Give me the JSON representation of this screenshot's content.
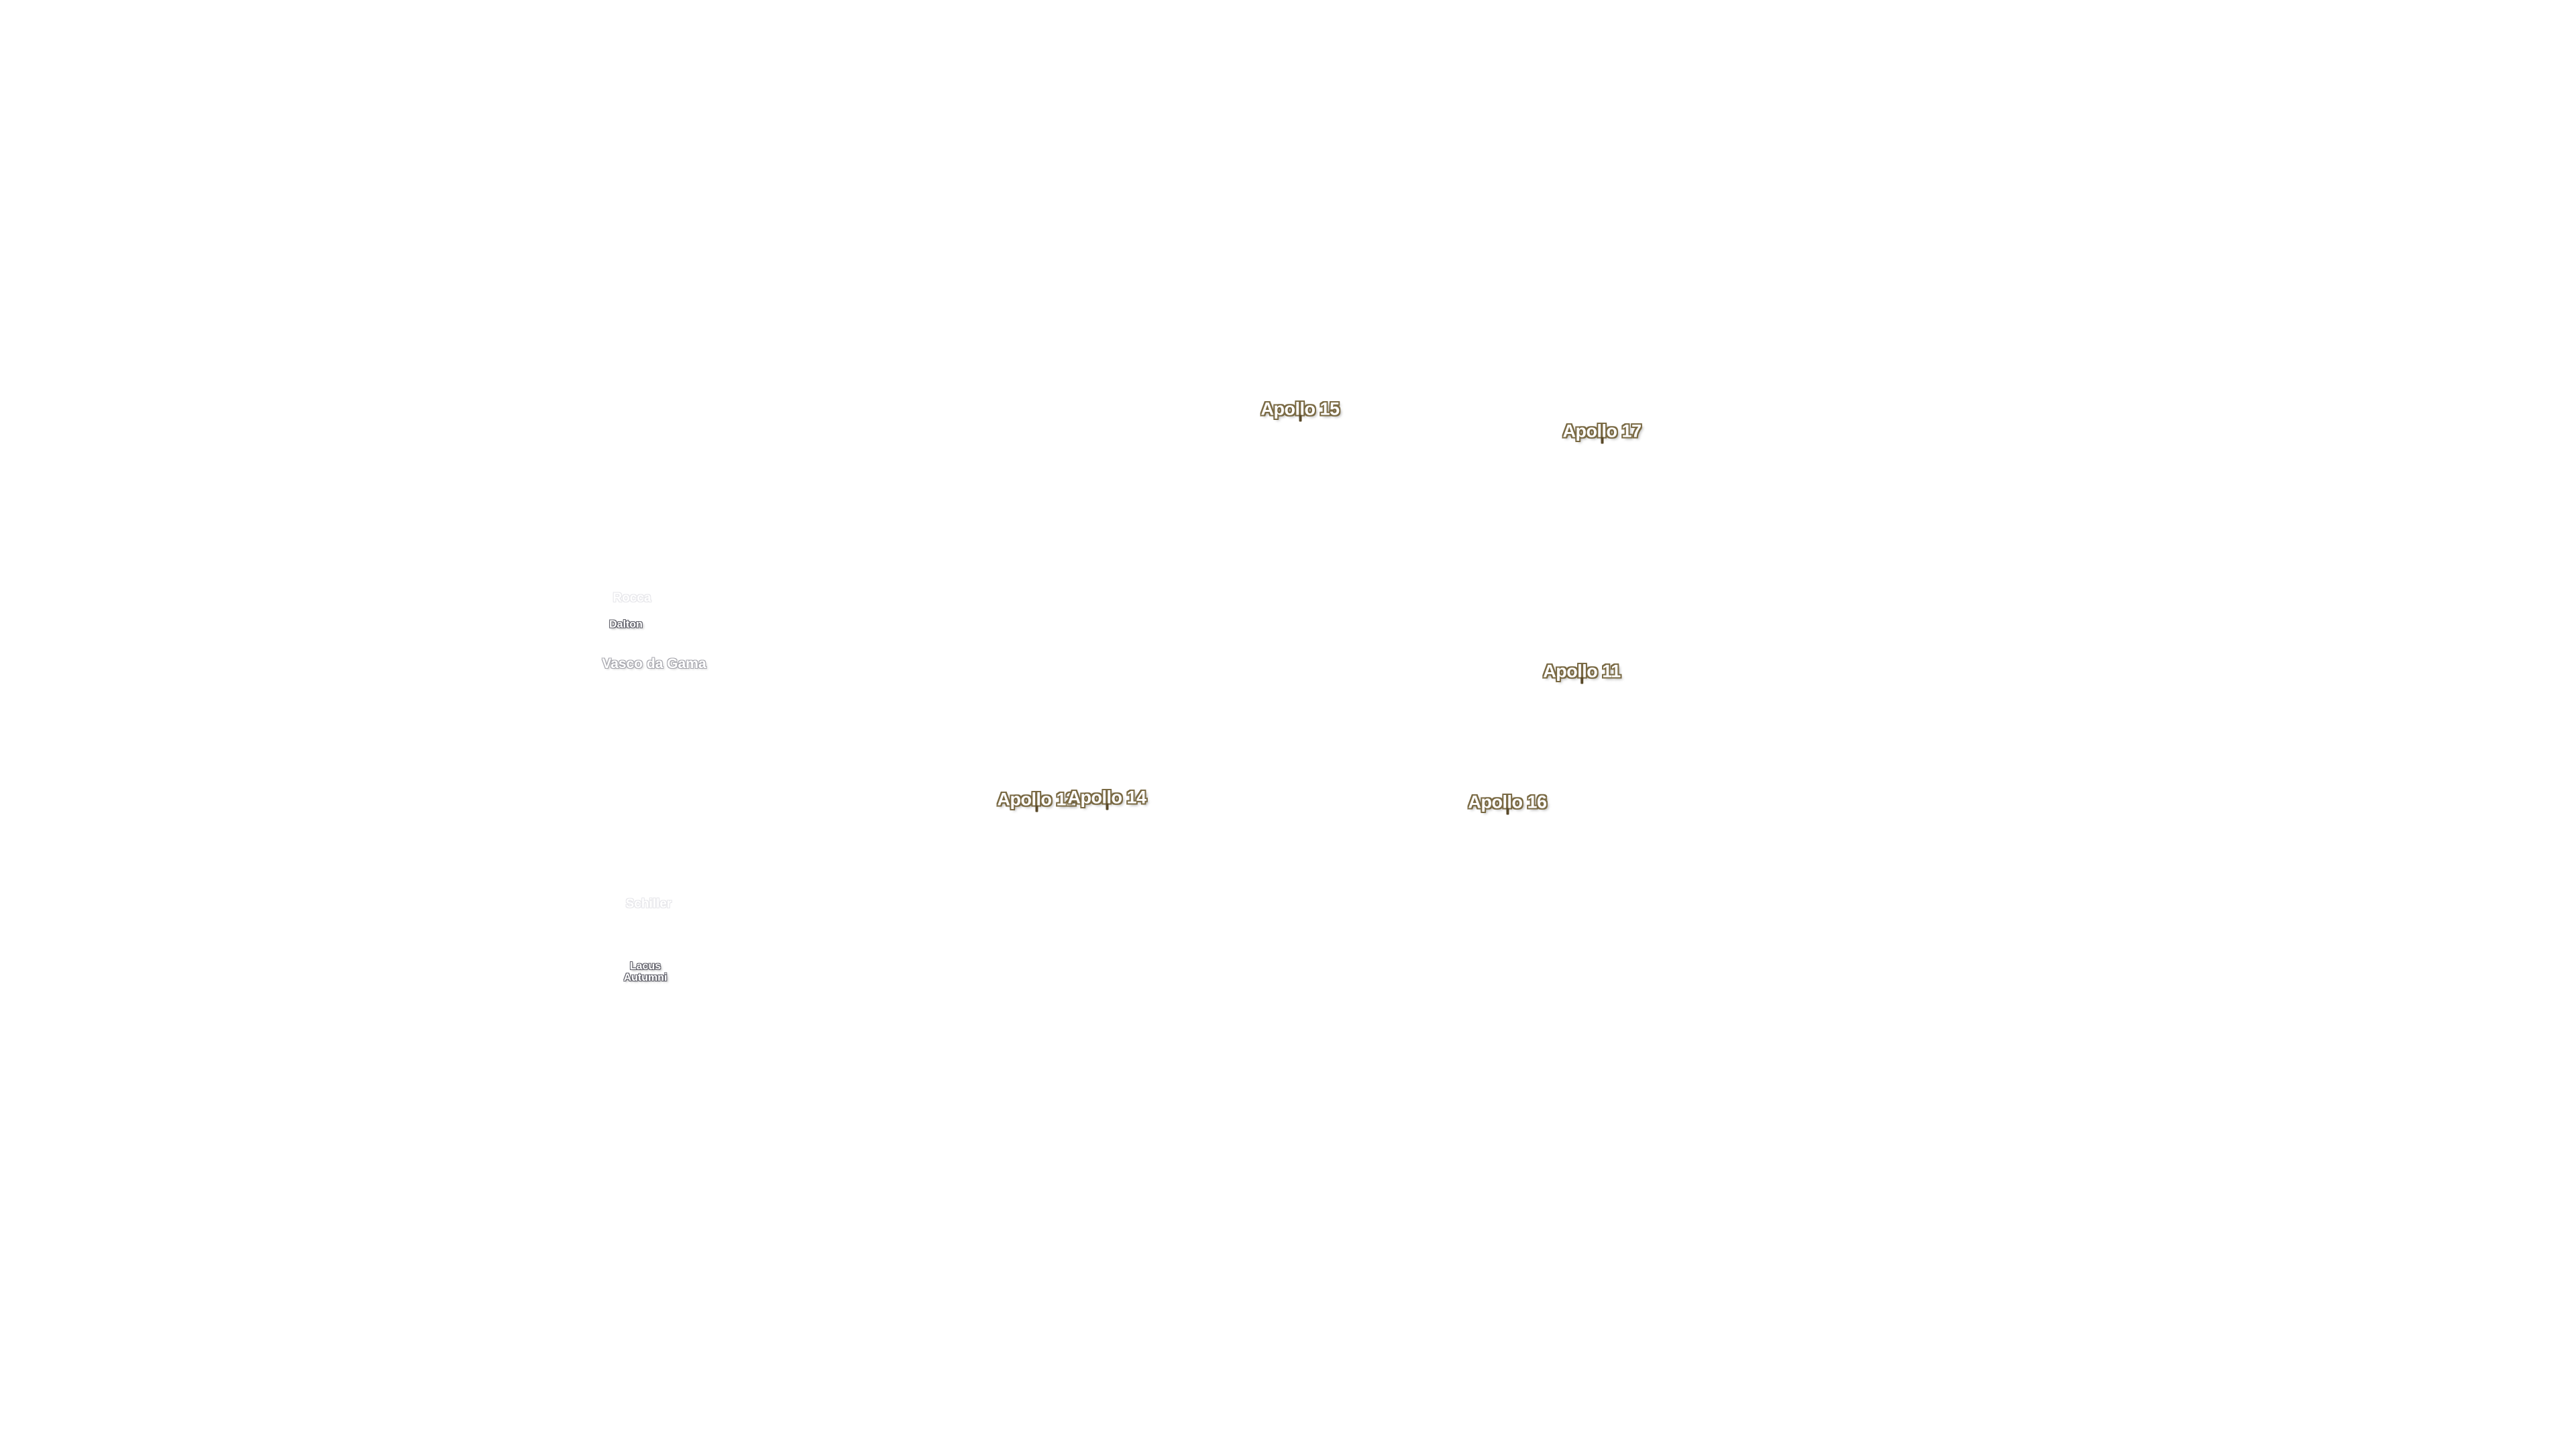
{
  "map": {
    "landing_sites": [
      {
        "id": "apollo-15",
        "label": "Apollo 15"
      },
      {
        "id": "apollo-17",
        "label": "Apollo 17"
      },
      {
        "id": "apollo-11",
        "label": "Apollo 11"
      },
      {
        "id": "apollo-12",
        "label": "Apollo 12"
      },
      {
        "id": "apollo-14",
        "label": "Apollo 14"
      },
      {
        "id": "apollo-16",
        "label": "Apollo 16"
      }
    ],
    "features": [
      {
        "id": "faint-top",
        "label": "Rocca"
      },
      {
        "id": "dalton",
        "label": "Dalton"
      },
      {
        "id": "vasco-da-gama",
        "label": "Vasco da Gama"
      },
      {
        "id": "schiller",
        "label": "Schiller"
      },
      {
        "id": "lacus-autumni",
        "label_lines": [
          "Lacus",
          "Autumni"
        ]
      }
    ],
    "colors": {
      "background": "#ffffff",
      "landing_label_fill": "#ffffff",
      "landing_label_outline": "#7a6a44",
      "feature_dark_outline": "#5c5c66",
      "feature_mid_outline": "#a6a6ad",
      "feature_faint_outline": "#e6e6ea"
    }
  }
}
